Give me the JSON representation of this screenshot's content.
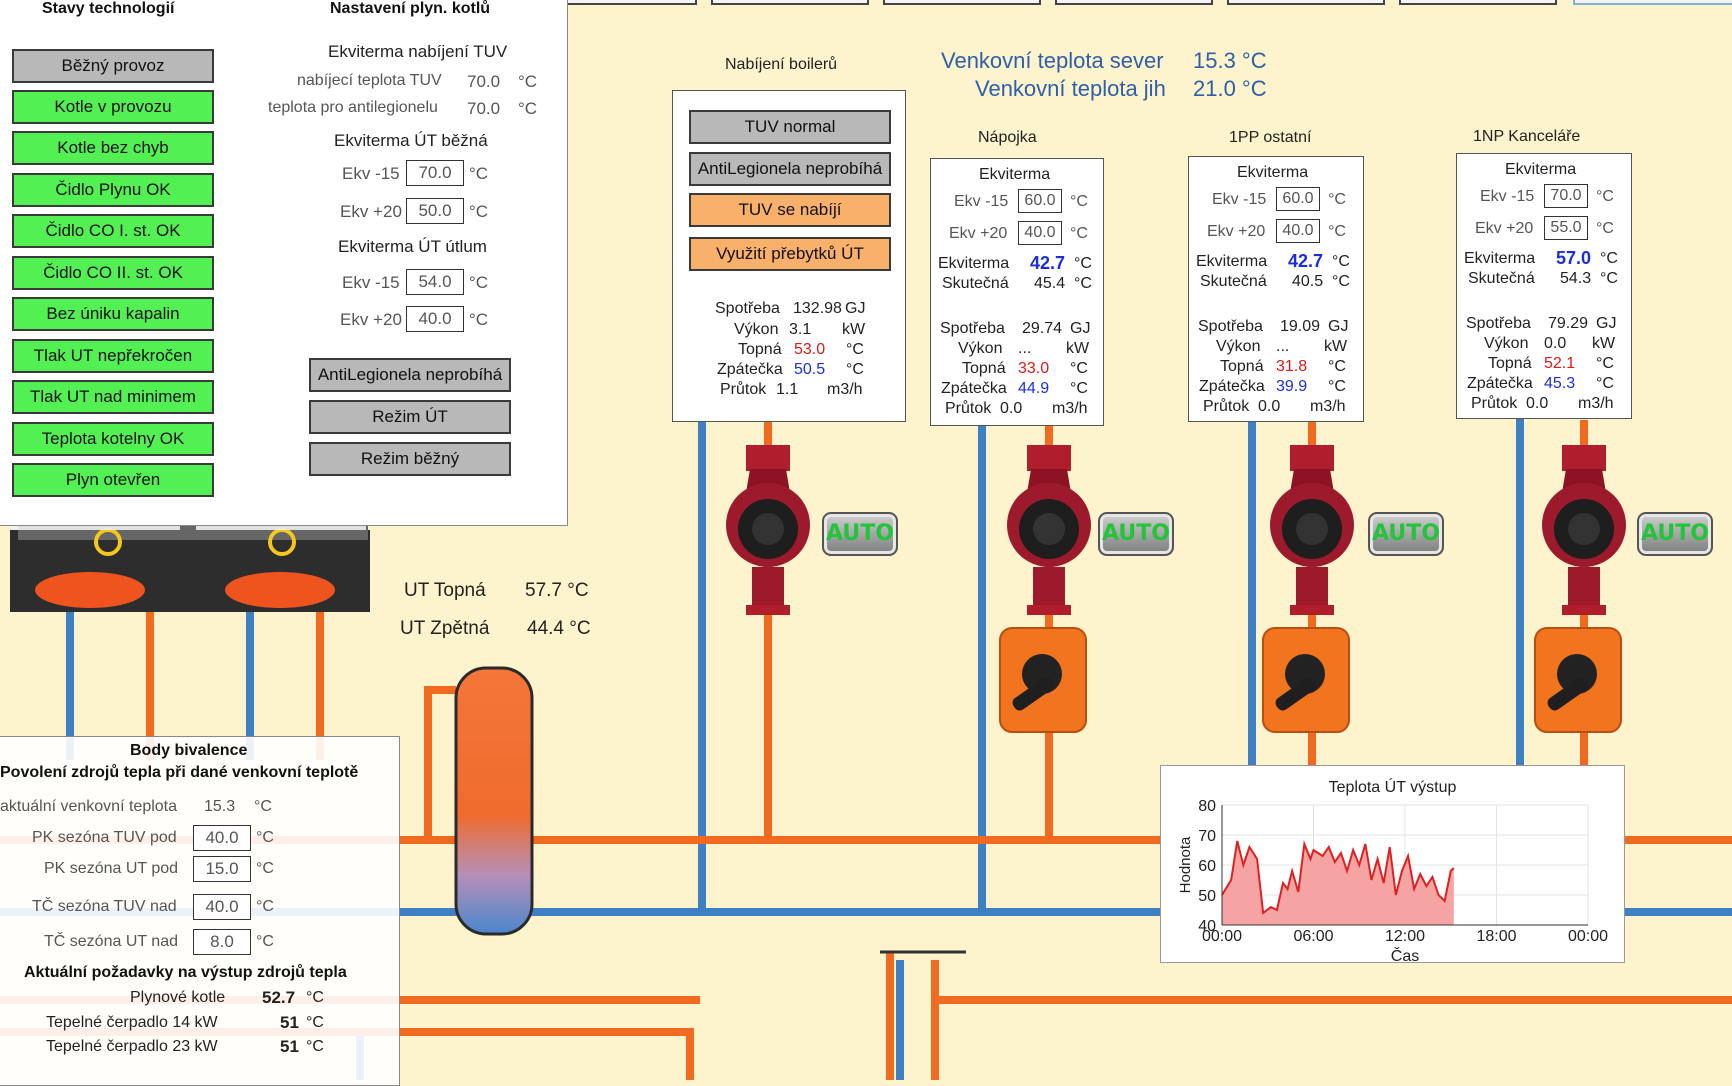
{
  "status_panel": {
    "title": "Stavy technologií",
    "buttons": [
      {
        "label": "Běžný provoz",
        "state": "gray"
      },
      {
        "label": "Kotle v provozu",
        "state": "green"
      },
      {
        "label": "Kotle bez chyb",
        "state": "green"
      },
      {
        "label": "Čidlo Plynu OK",
        "state": "green"
      },
      {
        "label": "Čidlo CO I. st. OK",
        "state": "green"
      },
      {
        "label": "Čidlo CO II. st. OK",
        "state": "green"
      },
      {
        "label": "Bez úniku kapalin",
        "state": "green"
      },
      {
        "label": "Tlak UT nepřekročen",
        "state": "green"
      },
      {
        "label": "Tlak UT nad minimem",
        "state": "green"
      },
      {
        "label": "Teplota kotelny OK",
        "state": "green"
      },
      {
        "label": "Plyn otevřen",
        "state": "green"
      }
    ]
  },
  "boiler_settings": {
    "title": "Nastavení plyn. kotlů",
    "tuv_title": "Ekviterma nabíjení TUV",
    "charging_temp_label": "nabíjecí teplota TUV",
    "charging_temp_value": "70.0",
    "antileg_temp_label": "teplota pro antilegionelu",
    "antileg_temp_value": "70.0",
    "unit": "°C",
    "ut_normal_title": "Ekviterma ÚT běžná",
    "ut_normal_m15_label": "Ekv -15",
    "ut_normal_m15_value": "70.0",
    "ut_normal_p20_label": "Ekv +20",
    "ut_normal_p20_value": "50.0",
    "ut_setback_title": "Ekviterma ÚT útlum",
    "ut_setback_m15_label": "Ekv -15",
    "ut_setback_m15_value": "54.0",
    "ut_setback_p20_label": "Ekv +20",
    "ut_setback_p20_value": "40.0",
    "antileg_button": "AntiLegionela neprobíhá",
    "mode_ut_button": "Režim ÚT",
    "mode_normal_button": "Režim běžný"
  },
  "boiler_charging": {
    "title": "Nabíjení boilerů",
    "tuv_normal": "TUV normal",
    "antileg_status": "AntiLegionela neprobíhá",
    "tuv_charging": "TUV se nabíjí",
    "surplus": "Využití přebytků ÚT",
    "consumption_label": "Spotřeba",
    "consumption_value": "132.98",
    "consumption_unit": "GJ",
    "power_label": "Výkon",
    "power_value": "3.1",
    "power_unit": "kW",
    "supply_label": "Topná",
    "supply_value": "53.0",
    "return_label": "Zpátečka",
    "return_value": "50.5",
    "flow_label": "Průtok",
    "flow_value": "1.1",
    "flow_unit": "m3/h",
    "unit_c": "°C"
  },
  "outdoor": {
    "north_label": "Venkovní teplota sever",
    "north_value": "15.3 °C",
    "south_label": "Venkovní teplota jih",
    "south_value": "21.0 °C"
  },
  "circuits": [
    {
      "title": "Nápojka",
      "ekv_title": "Ekviterma",
      "m15_label": "Ekv -15",
      "m15_value": "60.0",
      "p20_label": "Ekv +20",
      "p20_value": "40.0",
      "ekv_label": "Ekviterma",
      "ekv_value": "42.7",
      "real_label": "Skutečná",
      "real_value": "45.4",
      "consumption_label": "Spotřeba",
      "consumption_value": "29.74",
      "consumption_unit": "GJ",
      "power_label": "Výkon",
      "power_value": "...",
      "power_unit": "kW",
      "supply_label": "Topná",
      "supply_value": "33.0",
      "return_label": "Zpátečka",
      "return_value": "44.9",
      "flow_label": "Průtok",
      "flow_value": "0.0",
      "flow_unit": "m3/h",
      "unit_c": "°C",
      "auto": "AUTO"
    },
    {
      "title": "1PP ostatní",
      "ekv_title": "Ekviterma",
      "m15_label": "Ekv -15",
      "m15_value": "60.0",
      "p20_label": "Ekv +20",
      "p20_value": "40.0",
      "ekv_label": "Ekviterma",
      "ekv_value": "42.7",
      "real_label": "Skutečná",
      "real_value": "40.5",
      "consumption_label": "Spotřeba",
      "consumption_value": "19.09",
      "consumption_unit": "GJ",
      "power_label": "Výkon",
      "power_value": "...",
      "power_unit": "kW",
      "supply_label": "Topná",
      "supply_value": "31.8",
      "return_label": "Zpátečka",
      "return_value": "39.9",
      "flow_label": "Průtok",
      "flow_value": "0.0",
      "flow_unit": "m3/h",
      "unit_c": "°C",
      "auto": "AUTO"
    },
    {
      "title": "1NP Kanceláře",
      "ekv_title": "Ekviterma",
      "m15_label": "Ekv -15",
      "m15_value": "70.0",
      "p20_label": "Ekv +20",
      "p20_value": "55.0",
      "ekv_label": "Ekviterma",
      "ekv_value": "57.0",
      "real_label": "Skutečná",
      "real_value": "54.3",
      "consumption_label": "Spotřeba",
      "consumption_value": "79.29",
      "consumption_unit": "GJ",
      "power_label": "Výkon",
      "power_value": "0.0",
      "power_unit": "kW",
      "supply_label": "Topná",
      "supply_value": "52.1",
      "return_label": "Zpátečka",
      "return_value": "45.3",
      "flow_label": "Průtok",
      "flow_value": "0.0",
      "flow_unit": "m3/h",
      "unit_c": "°C",
      "auto": "AUTO"
    }
  ],
  "boiler_pump_auto": "AUTO",
  "ut": {
    "supply_label": "UT Topná",
    "supply_value": "57.7 °C",
    "return_label": "UT Zpětná",
    "return_value": "44.4 °C"
  },
  "bivalence": {
    "title": "Body bivalence",
    "subtitle": "Povolení zdrojů tepla při dané venkovní teplotě",
    "outdoor_label": "aktuální venkovní teplota",
    "outdoor_value": "15.3",
    "pk_tuv_label": "PK sezóna TUV pod",
    "pk_tuv_value": "40.0",
    "pk_ut_label": "PK sezóna UT pod",
    "pk_ut_value": "15.0",
    "tc_tuv_label": "TČ sezóna TUV nad",
    "tc_tuv_value": "40.0",
    "tc_ut_label": "TČ sezóna UT nad",
    "tc_ut_value": "8.0",
    "unit": "°C",
    "demands_title": "Aktuální požadavky na výstup zdrojů tepla",
    "gas_label": "Plynové kotle",
    "gas_value": "52.7",
    "hp14_label": "Tepelné čerpadlo 14 kW",
    "hp14_value": "51",
    "hp23_label": "Tepelné čerpadlo 23 kW",
    "hp23_value": "51"
  },
  "chart_data": {
    "type": "area",
    "title": "Teplota ÚT výstup",
    "xlabel": "Čas",
    "ylabel": "Hodnota",
    "x_ticks": [
      "00:00",
      "06:00",
      "12:00",
      "18:00",
      "00:00"
    ],
    "y_ticks": [
      40,
      50,
      60,
      70,
      80
    ],
    "ylim": [
      40,
      80
    ],
    "xlim_hours": [
      0,
      24
    ],
    "color": "#f5a3a3",
    "series": [
      {
        "x": [
          0.0,
          0.6,
          1.0,
          1.4,
          1.8,
          2.3,
          2.7,
          3.2,
          3.6,
          4.0,
          4.3,
          4.6,
          5.0,
          5.4,
          5.8,
          6.0,
          6.3,
          6.6,
          7.0,
          7.4,
          7.8,
          8.2,
          8.6,
          9.0,
          9.4,
          9.8,
          10.2,
          10.6,
          11.0,
          11.4,
          11.8,
          12.2,
          12.6,
          13.0,
          13.4,
          13.8,
          14.2,
          14.6,
          15.0,
          15.2
        ],
        "y": [
          50,
          55,
          68,
          60,
          66,
          62,
          44,
          46,
          45,
          54,
          52,
          58,
          51,
          67,
          62,
          65,
          64,
          63,
          66,
          61,
          64,
          58,
          65,
          60,
          67,
          55,
          62,
          54,
          66,
          50,
          58,
          63,
          52,
          57,
          53,
          56,
          50,
          48,
          58,
          59
        ]
      }
    ],
    "grid": true
  }
}
